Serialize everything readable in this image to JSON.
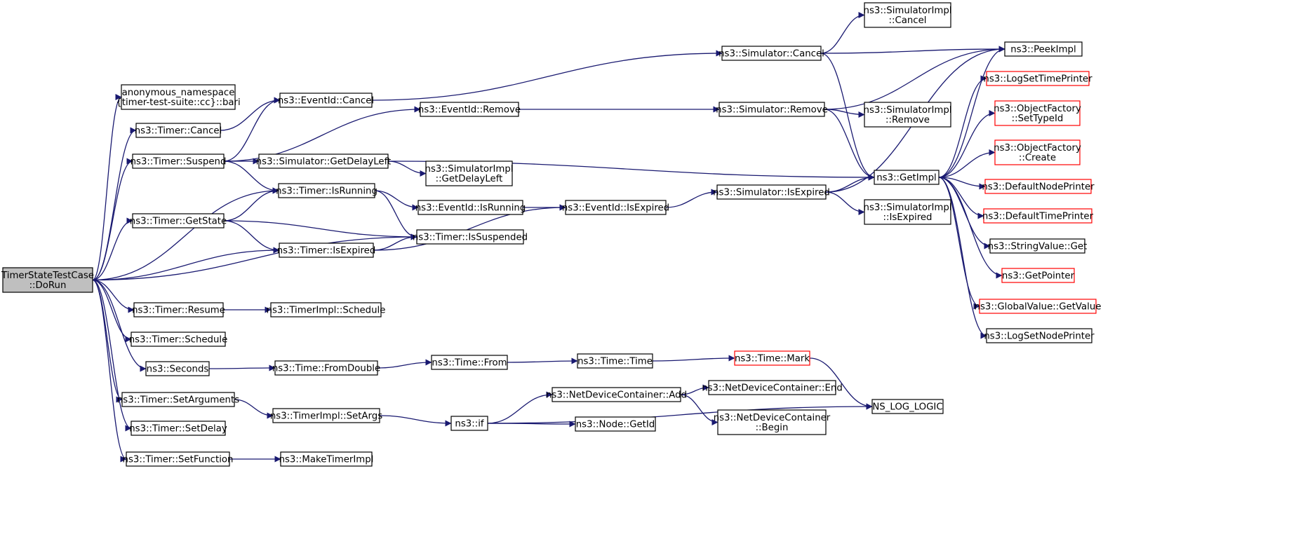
{
  "colors": {
    "edge": "#191970",
    "border_normal": "#000000",
    "border_truncated": "#ff0000",
    "fill_normal": "#ffffff",
    "fill_root": "#bfbfbf"
  },
  "nodes": [
    {
      "id": "root",
      "lines": [
        "TimerStateTestCase",
        "::DoRun"
      ],
      "style": "root"
    },
    {
      "id": "anon_bari",
      "lines": [
        "anonymous_namespace",
        "{timer-test-suite::cc}::bari"
      ],
      "style": "normal"
    },
    {
      "id": "timer_cancel",
      "lines": [
        "ns3::Timer::Cancel"
      ],
      "style": "normal"
    },
    {
      "id": "timer_suspend",
      "lines": [
        "ns3::Timer::Suspend"
      ],
      "style": "normal"
    },
    {
      "id": "timer_getstate",
      "lines": [
        "ns3::Timer::GetState"
      ],
      "style": "normal"
    },
    {
      "id": "timer_resume",
      "lines": [
        "ns3::Timer::Resume"
      ],
      "style": "normal"
    },
    {
      "id": "timer_schedule",
      "lines": [
        "ns3::Timer::Schedule"
      ],
      "style": "normal"
    },
    {
      "id": "seconds",
      "lines": [
        "ns3::Seconds"
      ],
      "style": "normal"
    },
    {
      "id": "timer_setargs",
      "lines": [
        "ns3::Timer::SetArguments"
      ],
      "style": "normal"
    },
    {
      "id": "timer_setdelay",
      "lines": [
        "ns3::Timer::SetDelay"
      ],
      "style": "normal"
    },
    {
      "id": "timer_setfunction",
      "lines": [
        "ns3::Timer::SetFunction"
      ],
      "style": "normal"
    },
    {
      "id": "eventid_cancel",
      "lines": [
        "ns3::EventId::Cancel"
      ],
      "style": "normal"
    },
    {
      "id": "sim_getdelayleft",
      "lines": [
        "ns3::Simulator::GetDelayLeft"
      ],
      "style": "normal"
    },
    {
      "id": "timer_isrunning",
      "lines": [
        "ns3::Timer::IsRunning"
      ],
      "style": "normal"
    },
    {
      "id": "timer_isexpired",
      "lines": [
        "ns3::Timer::IsExpired"
      ],
      "style": "normal"
    },
    {
      "id": "timerimpl_schedule",
      "lines": [
        "ns3::TimerImpl::Schedule"
      ],
      "style": "normal"
    },
    {
      "id": "time_fromdouble",
      "lines": [
        "ns3::Time::FromDouble"
      ],
      "style": "normal"
    },
    {
      "id": "timerimpl_setargs",
      "lines": [
        "ns3::TimerImpl::SetArgs"
      ],
      "style": "normal"
    },
    {
      "id": "maketimerimpl",
      "lines": [
        "ns3::MakeTimerImpl"
      ],
      "style": "normal"
    },
    {
      "id": "eventid_remove",
      "lines": [
        "ns3::EventId::Remove"
      ],
      "style": "normal"
    },
    {
      "id": "simimpl_getdelayleft",
      "lines": [
        "ns3::SimulatorImpl",
        "::GetDelayLeft"
      ],
      "style": "normal"
    },
    {
      "id": "eventid_isrunning",
      "lines": [
        "ns3::EventId::IsRunning"
      ],
      "style": "normal"
    },
    {
      "id": "timer_issuspended",
      "lines": [
        "ns3::Timer::IsSuspended"
      ],
      "style": "normal"
    },
    {
      "id": "time_from",
      "lines": [
        "ns3::Time::From"
      ],
      "style": "normal"
    },
    {
      "id": "ns3_if",
      "lines": [
        "ns3::if"
      ],
      "style": "normal"
    },
    {
      "id": "eventid_isexpired",
      "lines": [
        "ns3::EventId::IsExpired"
      ],
      "style": "normal"
    },
    {
      "id": "time_time",
      "lines": [
        "ns3::Time::Time"
      ],
      "style": "normal"
    },
    {
      "id": "ndc_add",
      "lines": [
        "ns3::NetDeviceContainer::Add"
      ],
      "style": "normal"
    },
    {
      "id": "node_getid",
      "lines": [
        "ns3::Node::GetId"
      ],
      "style": "normal"
    },
    {
      "id": "sim_cancel",
      "lines": [
        "ns3::Simulator::Cancel"
      ],
      "style": "normal"
    },
    {
      "id": "sim_remove",
      "lines": [
        "ns3::Simulator::Remove"
      ],
      "style": "normal"
    },
    {
      "id": "sim_isexpired",
      "lines": [
        "ns3::Simulator::IsExpired"
      ],
      "style": "normal"
    },
    {
      "id": "time_mark",
      "lines": [
        "ns3::Time::Mark"
      ],
      "style": "truncated"
    },
    {
      "id": "ndc_end",
      "lines": [
        "ns3::NetDeviceContainer::End"
      ],
      "style": "normal"
    },
    {
      "id": "ndc_begin",
      "lines": [
        "ns3::NetDeviceContainer",
        "::Begin"
      ],
      "style": "normal"
    },
    {
      "id": "simimpl_cancel",
      "lines": [
        "ns3::SimulatorImpl",
        "::Cancel"
      ],
      "style": "normal"
    },
    {
      "id": "simimpl_remove",
      "lines": [
        "ns3::SimulatorImpl",
        "::Remove"
      ],
      "style": "normal"
    },
    {
      "id": "getimpl",
      "lines": [
        "ns3::GetImpl"
      ],
      "style": "normal"
    },
    {
      "id": "simimpl_isexpired",
      "lines": [
        "ns3::SimulatorImpl",
        "::IsExpired"
      ],
      "style": "normal"
    },
    {
      "id": "ns_log_logic",
      "lines": [
        "NS_LOG_LOGIC"
      ],
      "style": "normal"
    },
    {
      "id": "peekimpl",
      "lines": [
        "ns3::PeekImpl"
      ],
      "style": "normal"
    },
    {
      "id": "logsettimeprinter",
      "lines": [
        "ns3::LogSetTimePrinter"
      ],
      "style": "truncated"
    },
    {
      "id": "objfactory_settypeid",
      "lines": [
        "ns3::ObjectFactory",
        "::SetTypeId"
      ],
      "style": "truncated"
    },
    {
      "id": "objfactory_create",
      "lines": [
        "ns3::ObjectFactory",
        "::Create"
      ],
      "style": "truncated"
    },
    {
      "id": "defaultnodeprinter",
      "lines": [
        "ns3::DefaultNodePrinter"
      ],
      "style": "truncated"
    },
    {
      "id": "defaulttimeprinter",
      "lines": [
        "ns3::DefaultTimePrinter"
      ],
      "style": "truncated"
    },
    {
      "id": "stringvalue_get",
      "lines": [
        "ns3::StringValue::Get"
      ],
      "style": "normal"
    },
    {
      "id": "getpointer",
      "lines": [
        "ns3::GetPointer"
      ],
      "style": "truncated"
    },
    {
      "id": "globalvalue_getvalue",
      "lines": [
        "ns3::GlobalValue::GetValue"
      ],
      "style": "truncated"
    },
    {
      "id": "logsetnodeprinter",
      "lines": [
        "ns3::LogSetNodePrinter"
      ],
      "style": "normal"
    }
  ],
  "edges": [
    {
      "from": "root",
      "to": "anon_bari"
    },
    {
      "from": "root",
      "to": "timer_cancel"
    },
    {
      "from": "root",
      "to": "timer_suspend"
    },
    {
      "from": "root",
      "to": "timer_isrunning"
    },
    {
      "from": "root",
      "to": "timer_getstate"
    },
    {
      "from": "root",
      "to": "timer_isexpired"
    },
    {
      "from": "root",
      "to": "timer_issuspended"
    },
    {
      "from": "root",
      "to": "timer_resume"
    },
    {
      "from": "root",
      "to": "timer_schedule"
    },
    {
      "from": "root",
      "to": "seconds"
    },
    {
      "from": "root",
      "to": "timer_setargs"
    },
    {
      "from": "root",
      "to": "timer_setdelay"
    },
    {
      "from": "root",
      "to": "timer_setfunction"
    },
    {
      "from": "timer_cancel",
      "to": "eventid_cancel"
    },
    {
      "from": "timer_suspend",
      "to": "eventid_cancel"
    },
    {
      "from": "timer_suspend",
      "to": "eventid_remove"
    },
    {
      "from": "timer_suspend",
      "to": "sim_getdelayleft"
    },
    {
      "from": "timer_suspend",
      "to": "timer_isrunning"
    },
    {
      "from": "timer_getstate",
      "to": "timer_isrunning"
    },
    {
      "from": "timer_getstate",
      "to": "timer_issuspended"
    },
    {
      "from": "timer_getstate",
      "to": "timer_isexpired"
    },
    {
      "from": "timer_isrunning",
      "to": "eventid_isrunning"
    },
    {
      "from": "timer_isrunning",
      "to": "timer_issuspended"
    },
    {
      "from": "timer_isexpired",
      "to": "timer_issuspended"
    },
    {
      "from": "timer_isexpired",
      "to": "eventid_isexpired"
    },
    {
      "from": "timer_resume",
      "to": "timerimpl_schedule"
    },
    {
      "from": "seconds",
      "to": "time_fromdouble"
    },
    {
      "from": "time_fromdouble",
      "to": "time_from"
    },
    {
      "from": "time_from",
      "to": "time_time"
    },
    {
      "from": "time_time",
      "to": "time_mark"
    },
    {
      "from": "time_mark",
      "to": "ns_log_logic"
    },
    {
      "from": "timer_setargs",
      "to": "timerimpl_setargs"
    },
    {
      "from": "timerimpl_setargs",
      "to": "ns3_if"
    },
    {
      "from": "ns3_if",
      "to": "ndc_add"
    },
    {
      "from": "ns3_if",
      "to": "node_getid"
    },
    {
      "from": "ns3_if",
      "to": "ns_log_logic"
    },
    {
      "from": "ndc_add",
      "to": "ndc_end"
    },
    {
      "from": "ndc_add",
      "to": "ndc_begin"
    },
    {
      "from": "timer_setfunction",
      "to": "maketimerimpl"
    },
    {
      "from": "eventid_cancel",
      "to": "sim_cancel"
    },
    {
      "from": "eventid_remove",
      "to": "sim_remove"
    },
    {
      "from": "sim_getdelayleft",
      "to": "simimpl_getdelayleft"
    },
    {
      "from": "sim_getdelayleft",
      "to": "getimpl"
    },
    {
      "from": "eventid_isrunning",
      "to": "eventid_isexpired"
    },
    {
      "from": "eventid_isexpired",
      "to": "sim_isexpired"
    },
    {
      "from": "sim_cancel",
      "to": "simimpl_cancel"
    },
    {
      "from": "sim_cancel",
      "to": "peekimpl"
    },
    {
      "from": "sim_cancel",
      "to": "getimpl"
    },
    {
      "from": "sim_remove",
      "to": "peekimpl"
    },
    {
      "from": "sim_remove",
      "to": "simimpl_remove"
    },
    {
      "from": "sim_remove",
      "to": "getimpl"
    },
    {
      "from": "sim_isexpired",
      "to": "getimpl"
    },
    {
      "from": "sim_isexpired",
      "to": "peekimpl"
    },
    {
      "from": "sim_isexpired",
      "to": "simimpl_isexpired"
    },
    {
      "from": "getimpl",
      "to": "peekimpl"
    },
    {
      "from": "getimpl",
      "to": "logsettimeprinter"
    },
    {
      "from": "getimpl",
      "to": "objfactory_settypeid"
    },
    {
      "from": "getimpl",
      "to": "objfactory_create"
    },
    {
      "from": "getimpl",
      "to": "defaultnodeprinter"
    },
    {
      "from": "getimpl",
      "to": "defaulttimeprinter"
    },
    {
      "from": "getimpl",
      "to": "stringvalue_get"
    },
    {
      "from": "getimpl",
      "to": "getpointer"
    },
    {
      "from": "getimpl",
      "to": "globalvalue_getvalue"
    },
    {
      "from": "getimpl",
      "to": "logsetnodeprinter"
    }
  ]
}
